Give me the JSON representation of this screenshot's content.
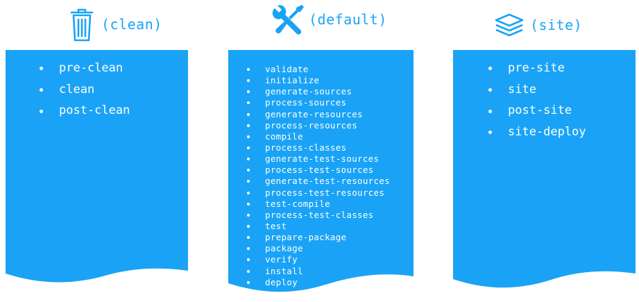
{
  "lifecycles": {
    "clean": {
      "title": "(clean)",
      "icon": "trash-icon",
      "phases": [
        "pre-clean",
        "clean",
        "post-clean"
      ]
    },
    "default": {
      "title": "(default)",
      "icon": "tools-icon",
      "phases": [
        "validate",
        "initialize",
        "generate-sources",
        "process-sources",
        "generate-resources",
        "process-resources",
        "compile",
        "process-classes",
        "generate-test-sources",
        "process-test-sources",
        "generate-test-resources",
        "process-test-resources",
        "test-compile",
        "process-test-classes",
        "test",
        "prepare-package",
        "package",
        "verify",
        "install",
        "deploy"
      ]
    },
    "site": {
      "title": "(site)",
      "icon": "layers-icon",
      "phases": [
        "pre-site",
        "site",
        "post-site",
        "site-deploy"
      ]
    }
  },
  "colors": {
    "accent": "#1aa3f6",
    "text_on_accent": "#ffffff",
    "background": "#ffffff"
  }
}
